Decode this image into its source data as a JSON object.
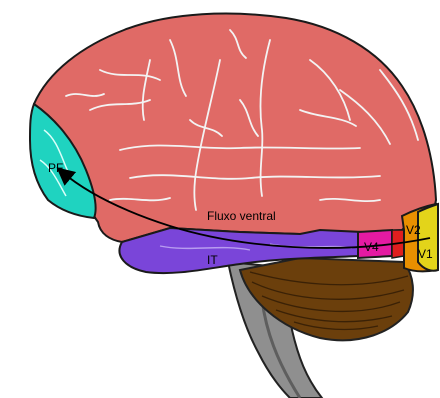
{
  "diagram": {
    "labels": {
      "pf": "PF",
      "stream": "Fluxo ventral",
      "it": "IT",
      "v4": "V4",
      "v2": "V2",
      "v1": "V1"
    },
    "colors": {
      "cortex": "#e06a66",
      "prefrontal": "#1fd3c0",
      "inferotemporal": "#7a45d9",
      "v4": "#e41aa2",
      "v2": "#e88f00",
      "v1": "#e3d41a",
      "red_patch": "#e01e1e",
      "cerebellum": "#6b3f0c",
      "brainstem": "#8f8f8f",
      "outline": "#1a1a1a",
      "sulcus": "#f3f3f3",
      "arrow": "#000000"
    }
  }
}
